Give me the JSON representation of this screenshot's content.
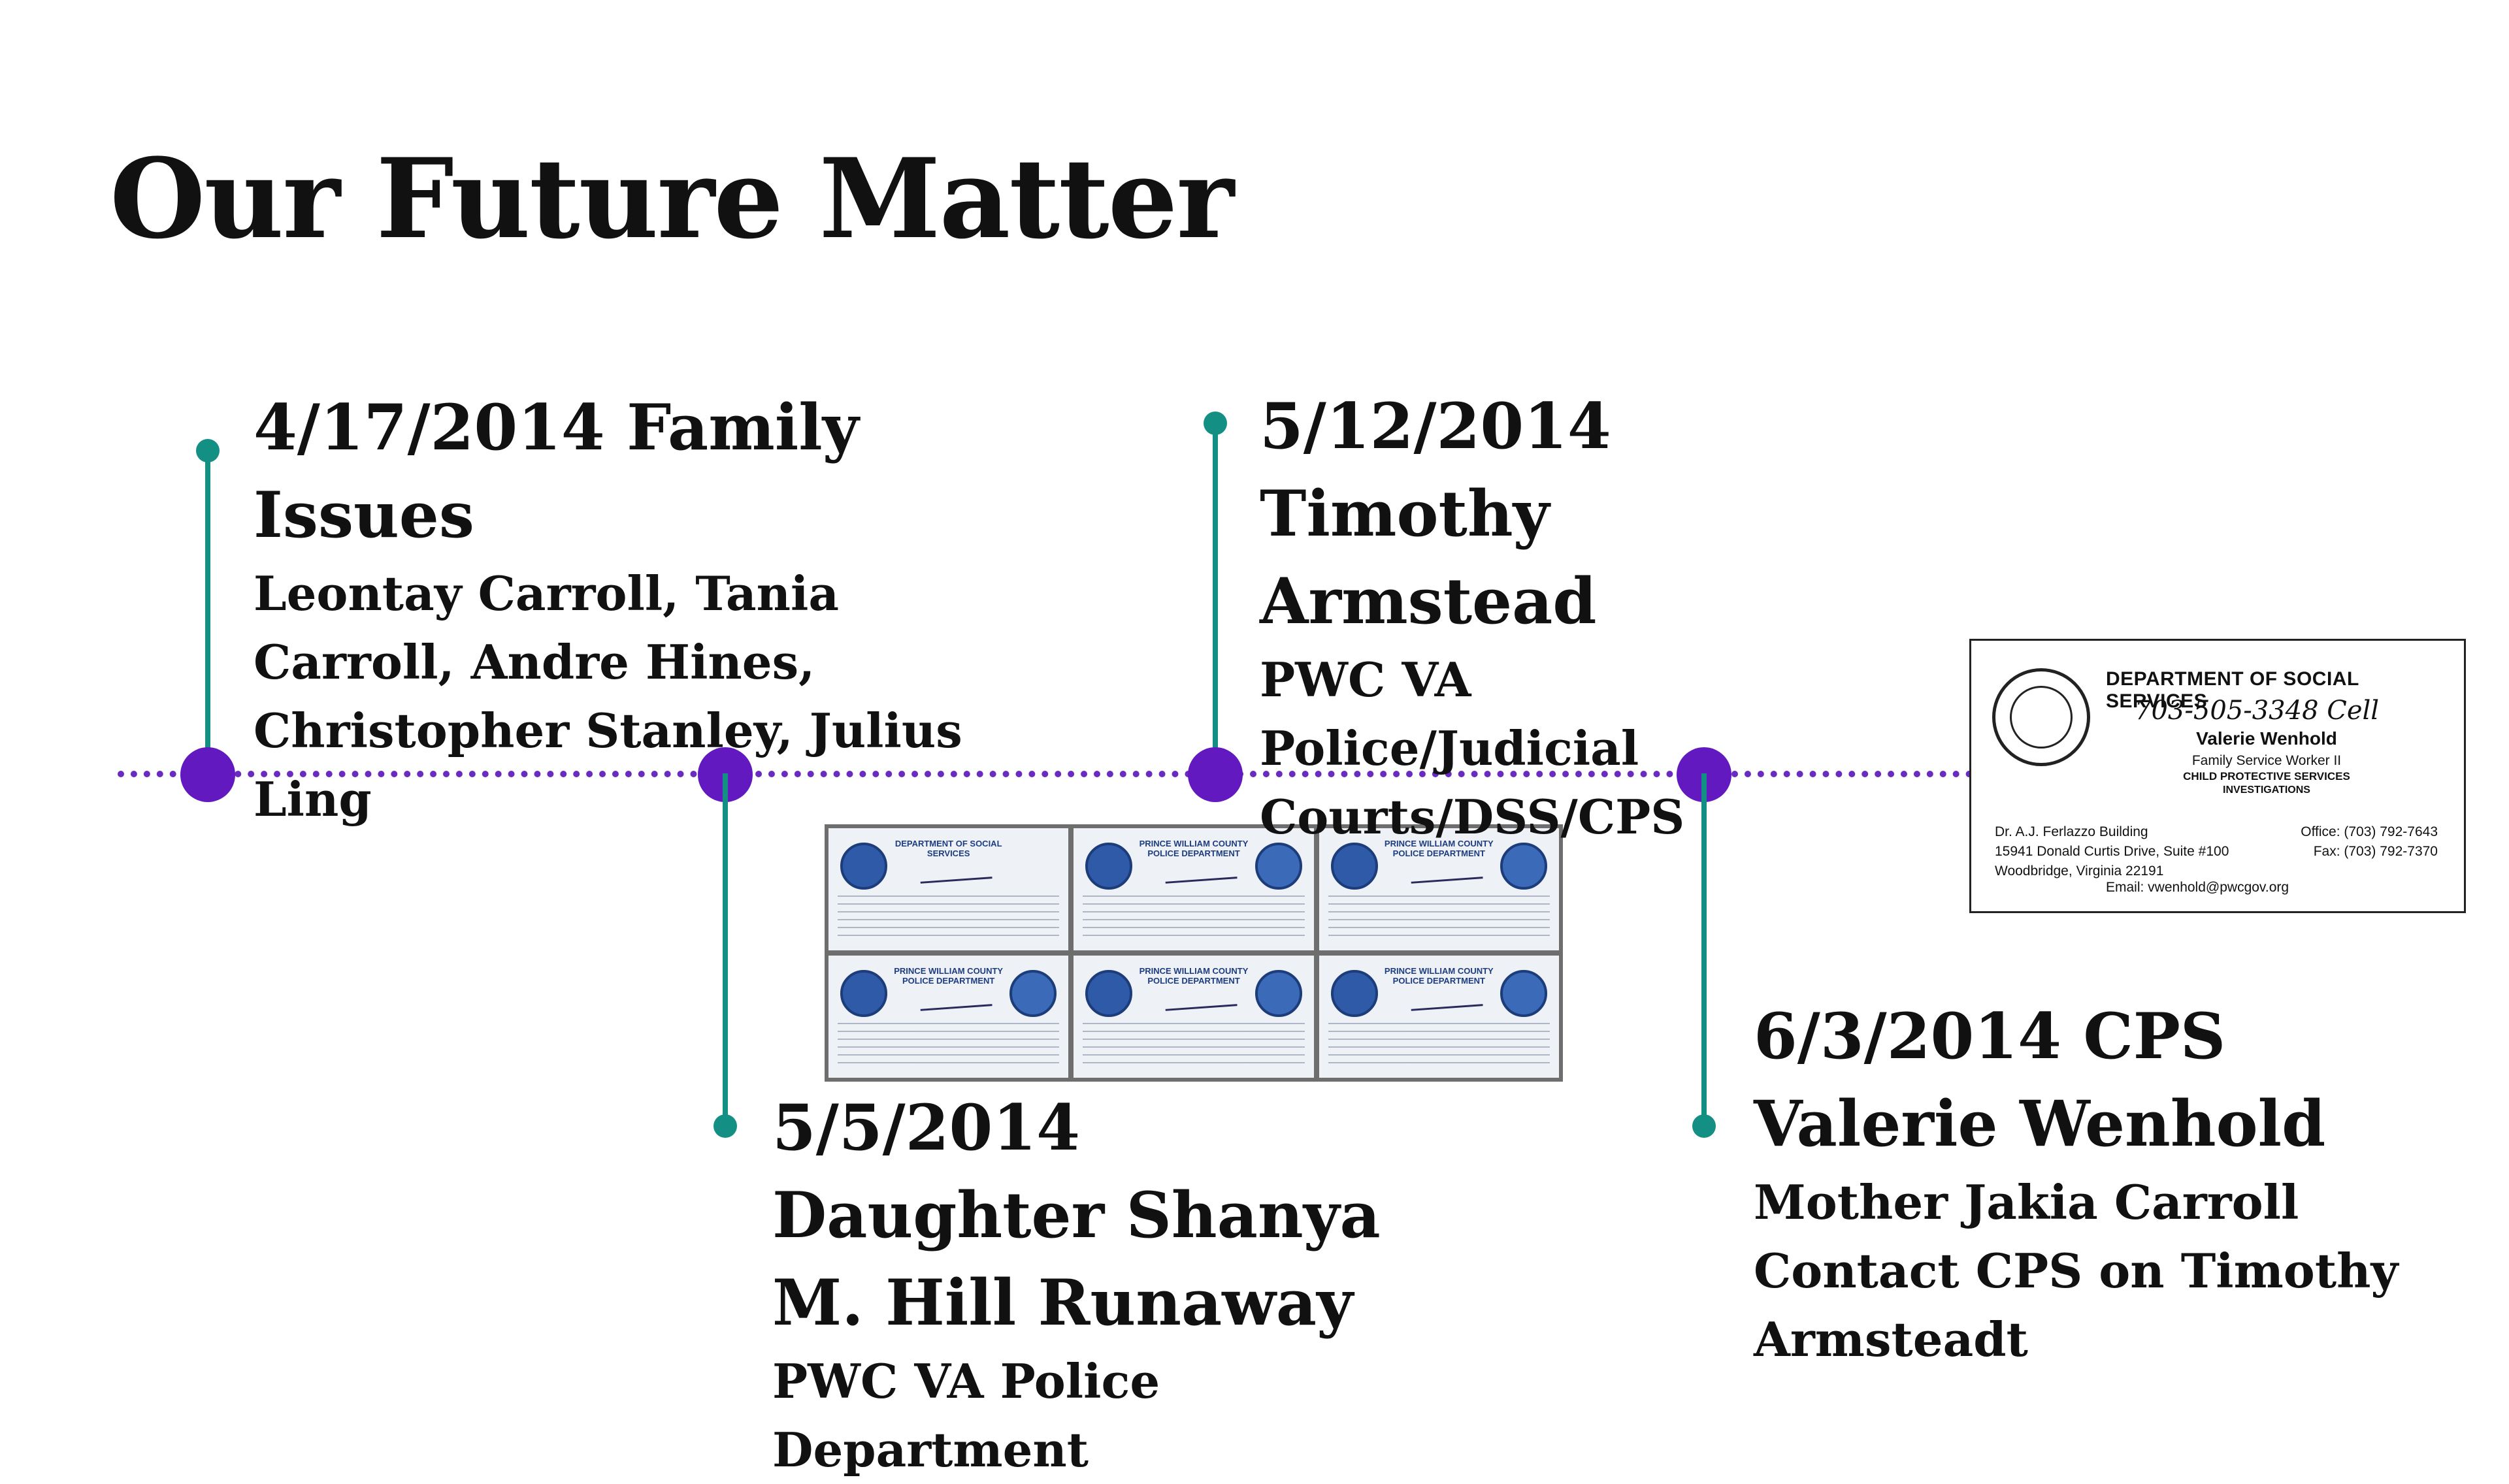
{
  "title": "Our Future Matter",
  "colors": {
    "timeline": "#6a2cc0",
    "node": "#6219c0",
    "stem": "#139083",
    "text": "#111111"
  },
  "events": [
    {
      "heading": "4/17/2014 Family Issues",
      "body": "Leontay Carroll, Tania Carroll, Andre Hines, Christopher Stanley, Julius Ling"
    },
    {
      "heading": "5/5/2014 Daughter Shanya M. Hill Runaway",
      "body": "PWC VA Police Department"
    },
    {
      "heading": "5/12/2014 Timothy Armstead",
      "body": "PWC VA Police/Judicial Courts/DSS/CPS"
    },
    {
      "heading": "6/3/2014 CPS Valerie Wenhold",
      "body": "Mother Jakia Carroll Contact CPS on Timothy Armsteadt"
    }
  ],
  "collage": {
    "cards": [
      {
        "header": "DEPARTMENT OF SOCIAL SERVICES"
      },
      {
        "header": "PRINCE WILLIAM COUNTY POLICE DEPARTMENT"
      },
      {
        "header": "PRINCE WILLIAM COUNTY POLICE DEPARTMENT"
      },
      {
        "header": "PRINCE WILLIAM COUNTY POLICE DEPARTMENT"
      },
      {
        "header": "PRINCE WILLIAM COUNTY POLICE DEPARTMENT"
      },
      {
        "header": "PRINCE WILLIAM COUNTY POLICE DEPARTMENT"
      }
    ]
  },
  "dss_card": {
    "department": "DEPARTMENT OF SOCIAL SERVICES",
    "phone_handwritten": "703-505-3348 Cell",
    "name": "Valerie Wenhold",
    "role": "Family Service Worker II",
    "unit": "CHILD PROTECTIVE SERVICES",
    "unit2": "INVESTIGATIONS",
    "address_line1": "Dr. A.J. Ferlazzo Building",
    "address_line2": "15941 Donald Curtis Drive, Suite #100",
    "address_line3": "Woodbridge, Virginia 22191",
    "office": "Office: (703) 792-7643",
    "fax": "Fax: (703) 792-7370",
    "email": "Email: vwenhold@pwcgov.org"
  }
}
